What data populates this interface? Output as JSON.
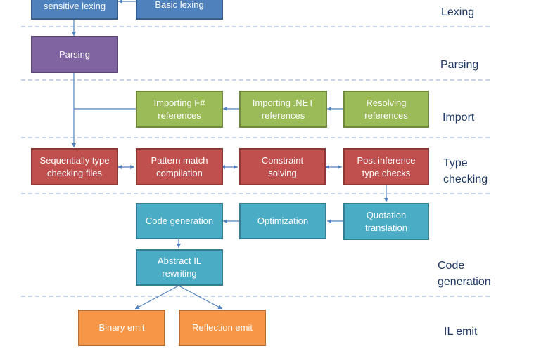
{
  "boxes": {
    "sensitive_lexing": "sensitive lexing",
    "basic_lexing": "Basic lexing",
    "parsing": "Parsing",
    "importing_fsharp": "Importing F#\nreferences",
    "importing_net": "Importing .NET\nreferences",
    "resolving": "Resolving\nreferences",
    "seq_type_checking": "Sequentially type\nchecking files",
    "pattern_match": "Pattern match\ncompilation",
    "constraint_solving": "Constraint\nsolving",
    "post_inference": "Post inference\ntype checks",
    "code_generation": "Code generation",
    "optimization": "Optimization",
    "quotation": "Quotation\ntranslation",
    "abstract_il": "Abstract IL\nrewriting",
    "binary_emit": "Binary emit",
    "reflection_emit": "Reflection emit"
  },
  "stages": {
    "lexing": "Lexing",
    "parsing": "Parsing",
    "import": "Import",
    "type_checking": "Type\nchecking",
    "code_generation": "Code\ngeneration",
    "il_emit": "IL emit"
  },
  "colors": {
    "lexing_parsing_blue": "#4f81bd",
    "parsing_purple": "#8064a2",
    "import_green": "#9bbb59",
    "type_checking_red": "#c0504d",
    "code_generation_teal": "#4bacc6",
    "il_emit_orange": "#f79646",
    "connector": "#4f81bd"
  }
}
